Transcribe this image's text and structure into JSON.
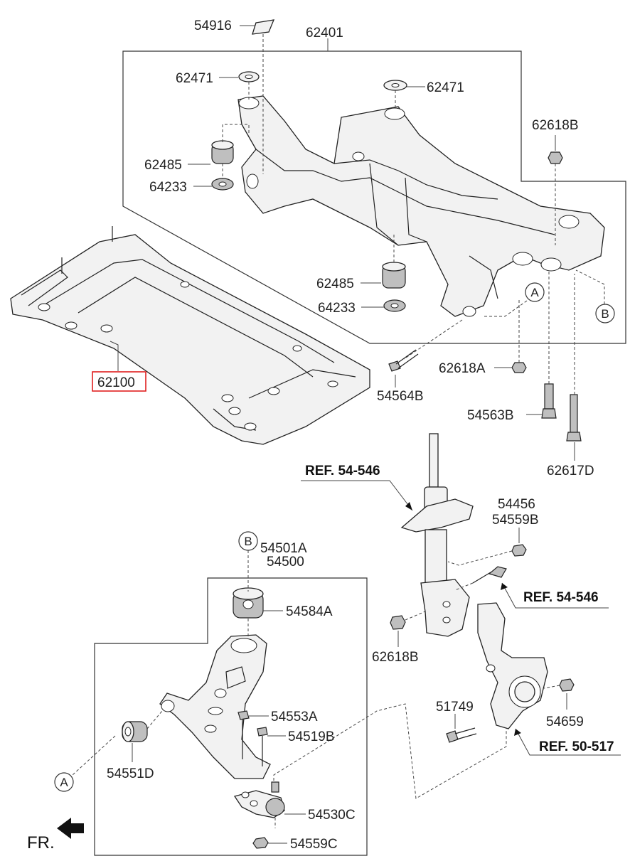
{
  "diagram": {
    "parts": {
      "p54916": "54916",
      "p62401": "62401",
      "p62471_left": "62471",
      "p62471_right": "62471",
      "p62618B_top": "62618B",
      "p62485_left": "62485",
      "p64233_left": "64233",
      "p62485_center": "62485",
      "p64233_center": "64233",
      "p62100": "62100",
      "p62618A": "62618A",
      "p54564B": "54564B",
      "p54563B": "54563B",
      "p62617D": "62617D",
      "p54456": "54456",
      "p54559B": "54559B",
      "p54501A": "54501A",
      "p54500": "54500",
      "p54584A": "54584A",
      "p62618B_mid": "62618B",
      "p51749": "51749",
      "p54659": "54659",
      "p54553A": "54553A",
      "p54519B": "54519B",
      "p54551D": "54551D",
      "p54530C": "54530C",
      "p54559C": "54559C"
    },
    "refs": {
      "ref_top": "REF. 54-546",
      "ref_mid": "REF. 54-546",
      "ref_bottom": "REF. 50-517"
    },
    "callouts": {
      "a_top": "A",
      "b_top": "B",
      "b_arm": "B",
      "a_arm": "A"
    },
    "direction": {
      "fr": "FR."
    },
    "colors": {
      "highlight": "#e02020",
      "line": "#222222"
    }
  }
}
